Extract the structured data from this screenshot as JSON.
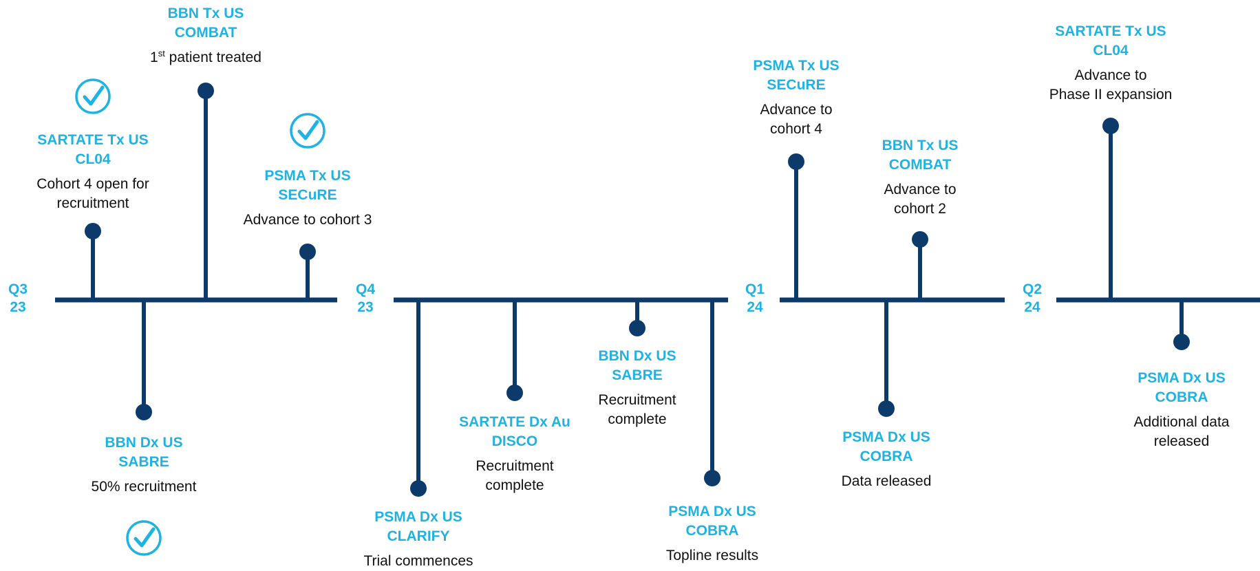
{
  "colors": {
    "line": "#0c3b6b",
    "accent": "#1fb3e4",
    "text": "#111111"
  },
  "quarters": [
    {
      "q": "Q3",
      "y": "23"
    },
    {
      "q": "Q4",
      "y": "23"
    },
    {
      "q": "Q1",
      "y": "24"
    },
    {
      "q": "Q2",
      "y": "24"
    }
  ],
  "milestones": [
    {
      "title": [
        "SARTATE Tx US",
        "CL04"
      ],
      "desc": [
        "Cohort 4 open for",
        "recruitment"
      ],
      "achieved": true
    },
    {
      "title": [
        "BBN Dx US",
        "SABRE"
      ],
      "desc": [
        "50% recruitment"
      ],
      "achieved": true
    },
    {
      "title": [
        "BBN Tx US",
        "COMBAT"
      ],
      "desc_parts": [
        "1",
        "st",
        " patient treated"
      ],
      "achieved": false
    },
    {
      "title": [
        "PSMA Tx US",
        "SECuRE"
      ],
      "desc": [
        "Advance to cohort 3"
      ],
      "achieved": true
    },
    {
      "title": [
        "PSMA Dx US",
        "CLARIFY"
      ],
      "desc": [
        "Trial commences"
      ],
      "achieved": false
    },
    {
      "title": [
        "SARTATE Dx Au",
        "DISCO"
      ],
      "desc": [
        "Recruitment",
        "complete"
      ],
      "achieved": false
    },
    {
      "title": [
        "BBN Dx US",
        "SABRE"
      ],
      "desc": [
        "Recruitment",
        "complete"
      ],
      "achieved": false
    },
    {
      "title": [
        "PSMA Dx US",
        "COBRA"
      ],
      "desc": [
        "Topline results"
      ],
      "achieved": false
    },
    {
      "title": [
        "PSMA Tx US",
        "SECuRE"
      ],
      "desc": [
        "Advance to",
        "cohort 4"
      ],
      "achieved": false
    },
    {
      "title": [
        "PSMA Dx US",
        "COBRA"
      ],
      "desc": [
        "Data released"
      ],
      "achieved": false
    },
    {
      "title": [
        "BBN Tx US",
        "COMBAT"
      ],
      "desc": [
        "Advance to",
        "cohort 2"
      ],
      "achieved": false
    },
    {
      "title": [
        "SARTATE Tx US",
        "CL04"
      ],
      "desc": [
        "Advance to",
        "Phase II expansion"
      ],
      "achieved": false
    },
    {
      "title": [
        "PSMA Dx US",
        "COBRA"
      ],
      "desc": [
        "Additional data",
        "released"
      ],
      "achieved": false
    }
  ]
}
